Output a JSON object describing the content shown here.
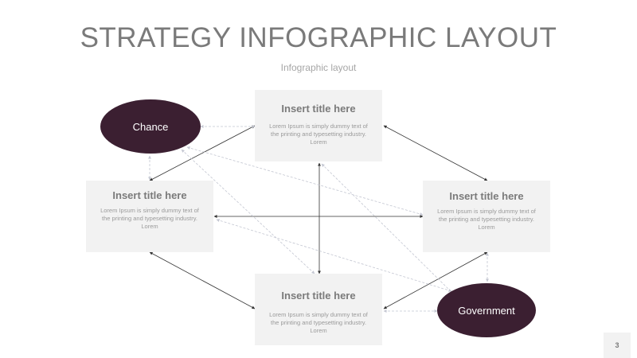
{
  "header": {
    "title": "STRATEGY INFOGRAPHIC LAYOUT",
    "subtitle": "Infographic layout"
  },
  "colors": {
    "ellipse": "#3b1f31",
    "box": "#f2f2f2",
    "arrow_solid": "#333333",
    "arrow_dashed": "#c3c6d1"
  },
  "boxes": {
    "top": {
      "title": "Insert title here",
      "body": "Lorem Ipsum is simply dummy text of the printing and typesetting industry. Lorem"
    },
    "left": {
      "title": "Insert title here",
      "body": "Lorem Ipsum is simply dummy text of the printing and typesetting industry. Lorem"
    },
    "right": {
      "title": "Insert title here",
      "body": "Lorem Ipsum is simply dummy text of the printing and typesetting industry. Lorem"
    },
    "bottom": {
      "title": "Insert title here",
      "body": "Lorem Ipsum is simply dummy text of the printing and typesetting industry. Lorem"
    }
  },
  "ellipses": {
    "chance": "Chance",
    "government": "Government"
  },
  "footer": {
    "page_number": "3"
  }
}
